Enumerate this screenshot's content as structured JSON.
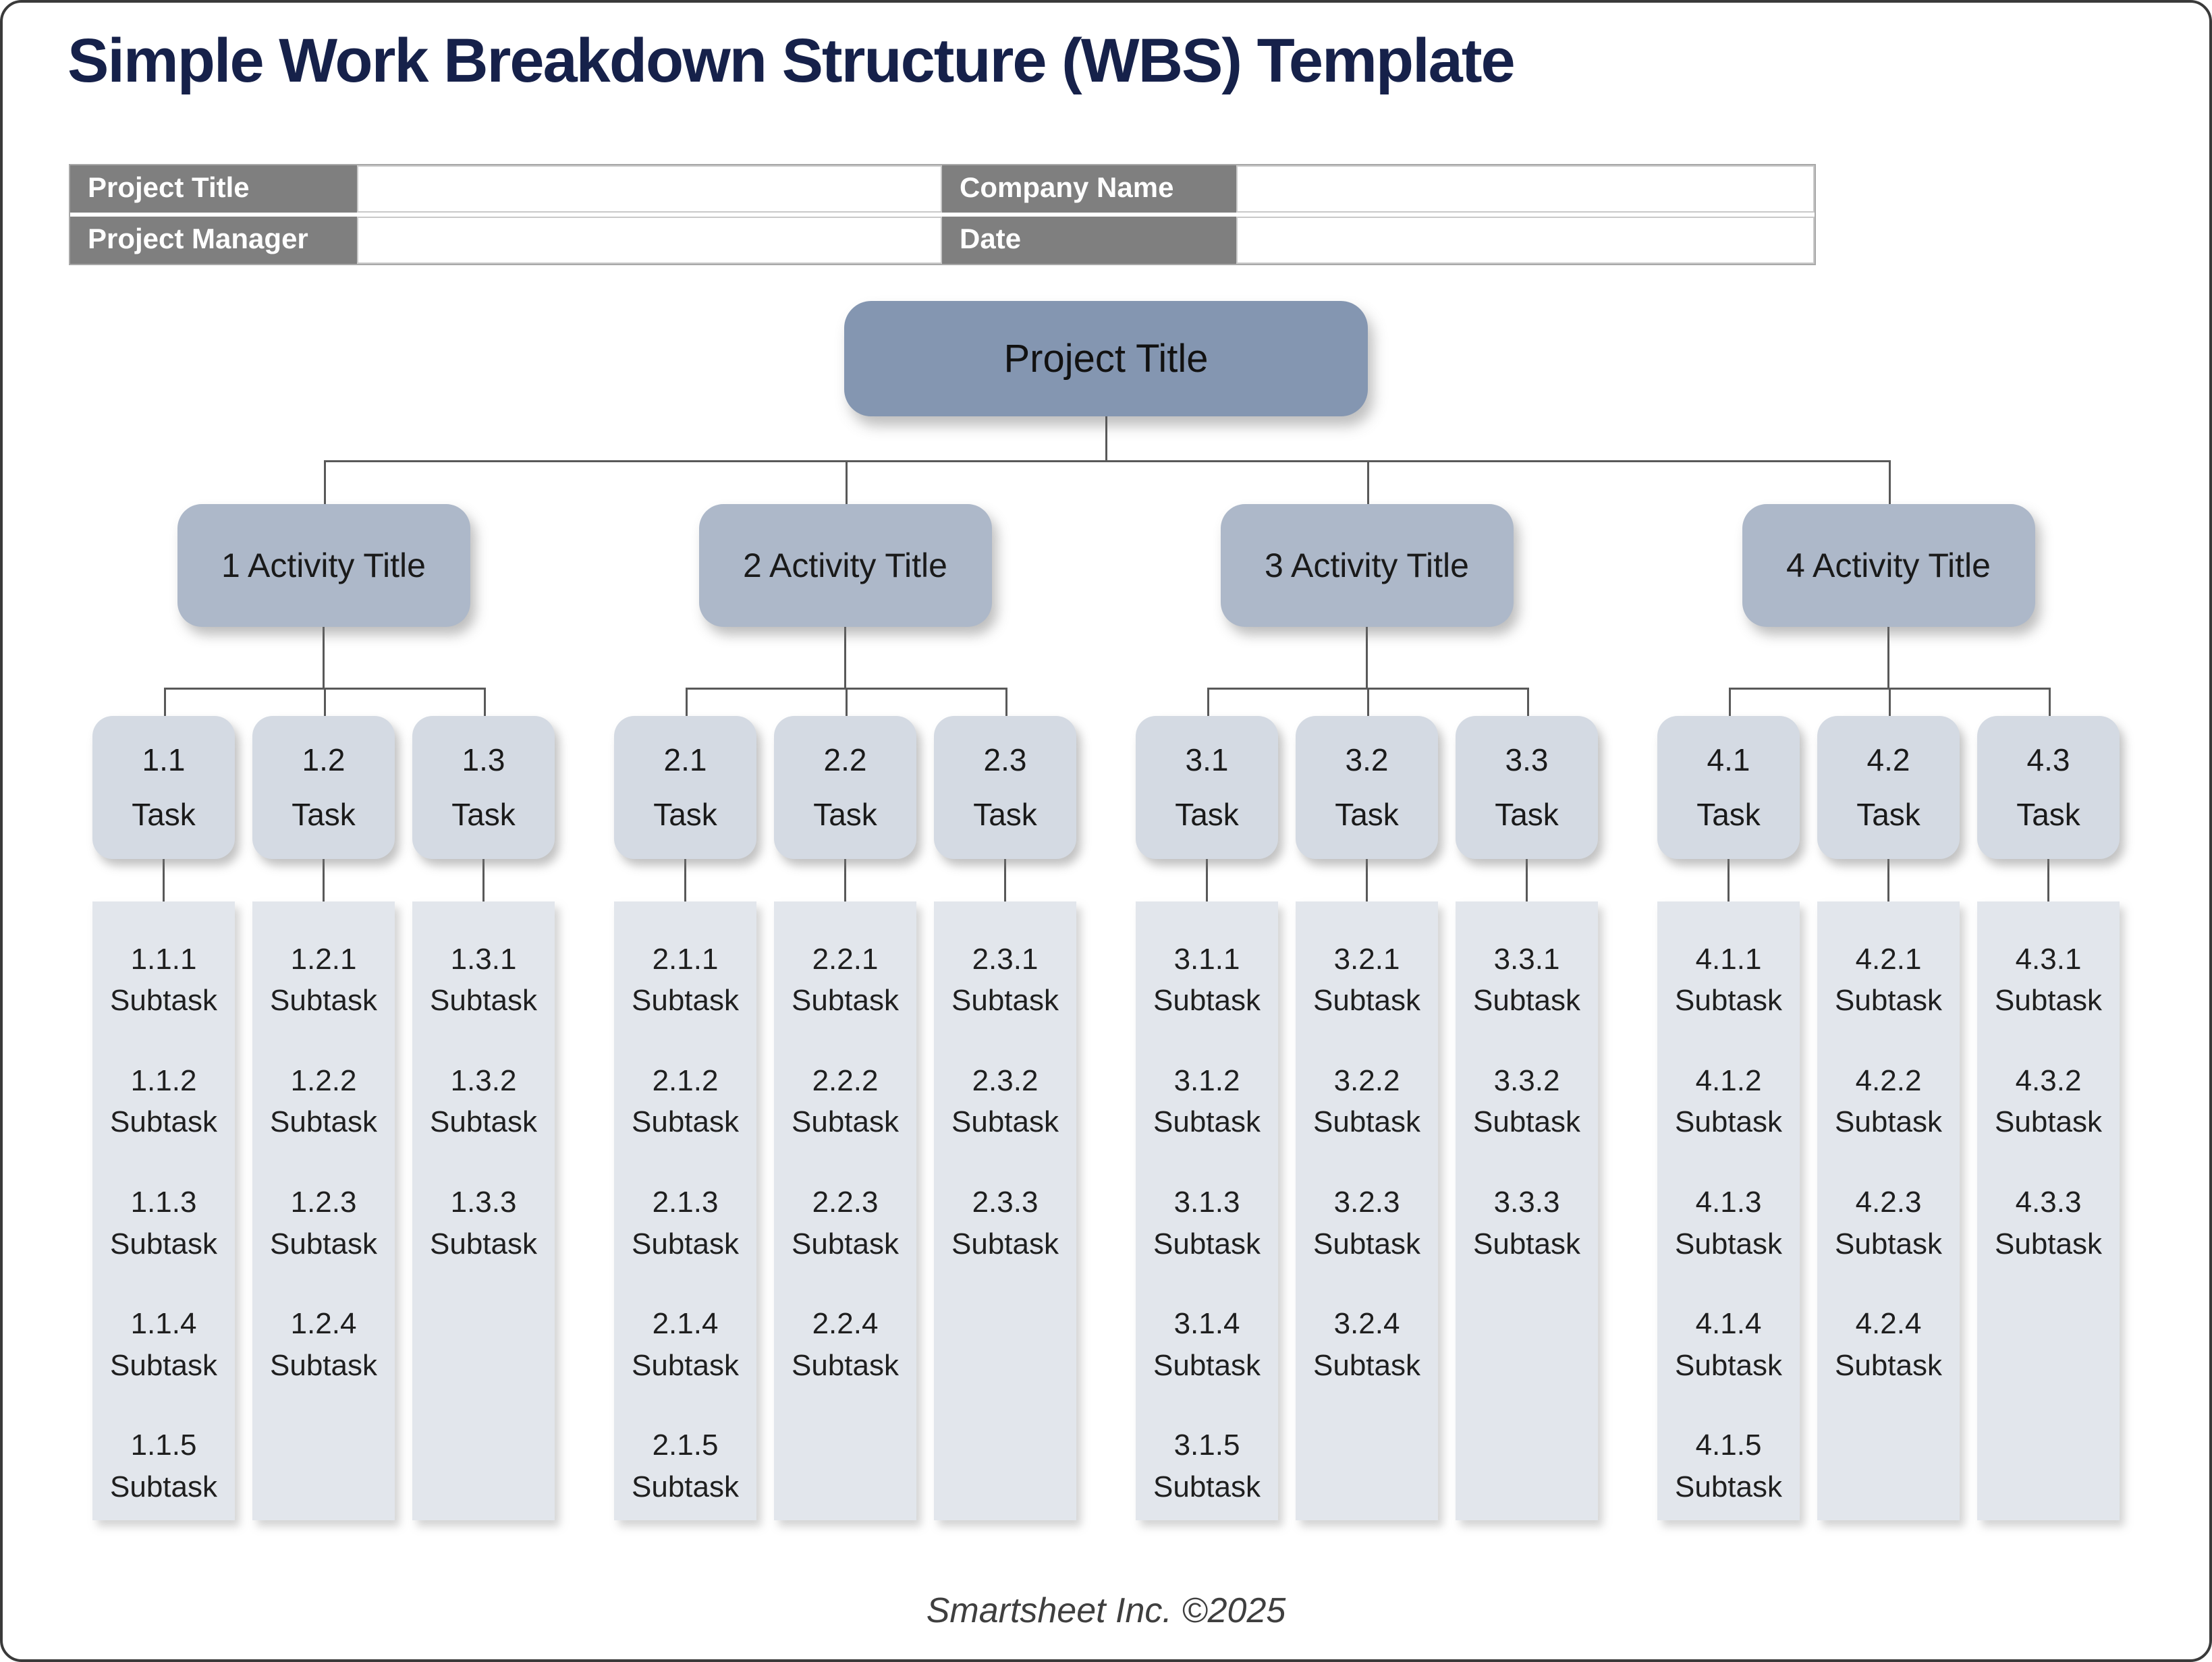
{
  "title": "Simple Work Breakdown Structure (WBS) Template",
  "info_table": {
    "cells": [
      {
        "label": "Project Title",
        "value": ""
      },
      {
        "label": "Company Name",
        "value": ""
      },
      {
        "label": "Project Manager",
        "value": ""
      },
      {
        "label": "Date",
        "value": ""
      }
    ]
  },
  "tree": {
    "root_label": "Project Title",
    "activities": [
      {
        "label": "1 Activity Title",
        "tasks": [
          {
            "number": "1.1",
            "label": "Task",
            "subtasks": [
              {
                "number": "1.1.1",
                "label": "Subtask"
              },
              {
                "number": "1.1.2",
                "label": "Subtask"
              },
              {
                "number": "1.1.3",
                "label": "Subtask"
              },
              {
                "number": "1.1.4",
                "label": "Subtask"
              },
              {
                "number": "1.1.5",
                "label": "Subtask"
              }
            ]
          },
          {
            "number": "1.2",
            "label": "Task",
            "subtasks": [
              {
                "number": "1.2.1",
                "label": "Subtask"
              },
              {
                "number": "1.2.2",
                "label": "Subtask"
              },
              {
                "number": "1.2.3",
                "label": "Subtask"
              },
              {
                "number": "1.2.4",
                "label": "Subtask"
              }
            ]
          },
          {
            "number": "1.3",
            "label": "Task",
            "subtasks": [
              {
                "number": "1.3.1",
                "label": "Subtask"
              },
              {
                "number": "1.3.2",
                "label": "Subtask"
              },
              {
                "number": "1.3.3",
                "label": "Subtask"
              }
            ]
          }
        ]
      },
      {
        "label": "2 Activity Title",
        "tasks": [
          {
            "number": "2.1",
            "label": "Task",
            "subtasks": [
              {
                "number": "2.1.1",
                "label": "Subtask"
              },
              {
                "number": "2.1.2",
                "label": "Subtask"
              },
              {
                "number": "2.1.3",
                "label": "Subtask"
              },
              {
                "number": "2.1.4",
                "label": "Subtask"
              },
              {
                "number": "2.1.5",
                "label": "Subtask"
              }
            ]
          },
          {
            "number": "2.2",
            "label": "Task",
            "subtasks": [
              {
                "number": "2.2.1",
                "label": "Subtask"
              },
              {
                "number": "2.2.2",
                "label": "Subtask"
              },
              {
                "number": "2.2.3",
                "label": "Subtask"
              },
              {
                "number": "2.2.4",
                "label": "Subtask"
              }
            ]
          },
          {
            "number": "2.3",
            "label": "Task",
            "subtasks": [
              {
                "number": "2.3.1",
                "label": "Subtask"
              },
              {
                "number": "2.3.2",
                "label": "Subtask"
              },
              {
                "number": "2.3.3",
                "label": "Subtask"
              }
            ]
          }
        ]
      },
      {
        "label": "3 Activity Title",
        "tasks": [
          {
            "number": "3.1",
            "label": "Task",
            "subtasks": [
              {
                "number": "3.1.1",
                "label": "Subtask"
              },
              {
                "number": "3.1.2",
                "label": "Subtask"
              },
              {
                "number": "3.1.3",
                "label": "Subtask"
              },
              {
                "number": "3.1.4",
                "label": "Subtask"
              },
              {
                "number": "3.1.5",
                "label": "Subtask"
              }
            ]
          },
          {
            "number": "3.2",
            "label": "Task",
            "subtasks": [
              {
                "number": "3.2.1",
                "label": "Subtask"
              },
              {
                "number": "3.2.2",
                "label": "Subtask"
              },
              {
                "number": "3.2.3",
                "label": "Subtask"
              },
              {
                "number": "3.2.4",
                "label": "Subtask"
              }
            ]
          },
          {
            "number": "3.3",
            "label": "Task",
            "subtasks": [
              {
                "number": "3.3.1",
                "label": "Subtask"
              },
              {
                "number": "3.3.2",
                "label": "Subtask"
              },
              {
                "number": "3.3.3",
                "label": "Subtask"
              }
            ]
          }
        ]
      },
      {
        "label": "4 Activity Title",
        "tasks": [
          {
            "number": "4.1",
            "label": "Task",
            "subtasks": [
              {
                "number": "4.1.1",
                "label": "Subtask"
              },
              {
                "number": "4.1.2",
                "label": "Subtask"
              },
              {
                "number": "4.1.3",
                "label": "Subtask"
              },
              {
                "number": "4.1.4",
                "label": "Subtask"
              },
              {
                "number": "4.1.5",
                "label": "Subtask"
              }
            ]
          },
          {
            "number": "4.2",
            "label": "Task",
            "subtasks": [
              {
                "number": "4.2.1",
                "label": "Subtask"
              },
              {
                "number": "4.2.2",
                "label": "Subtask"
              },
              {
                "number": "4.2.3",
                "label": "Subtask"
              },
              {
                "number": "4.2.4",
                "label": "Subtask"
              }
            ]
          },
          {
            "number": "4.3",
            "label": "Task",
            "subtasks": [
              {
                "number": "4.3.1",
                "label": "Subtask"
              },
              {
                "number": "4.3.2",
                "label": "Subtask"
              },
              {
                "number": "4.3.3",
                "label": "Subtask"
              }
            ]
          }
        ]
      }
    ]
  },
  "footer": "Smartsheet Inc. ©2025",
  "colors": {
    "title_navy": "#16214a",
    "table_label_gray": "#7f7f7f",
    "root_box": "#8496b1",
    "activity_box": "#adb8c9",
    "task_box": "#d4dae3",
    "subtask_column": "#e2e6ec",
    "connector": "#595959"
  }
}
